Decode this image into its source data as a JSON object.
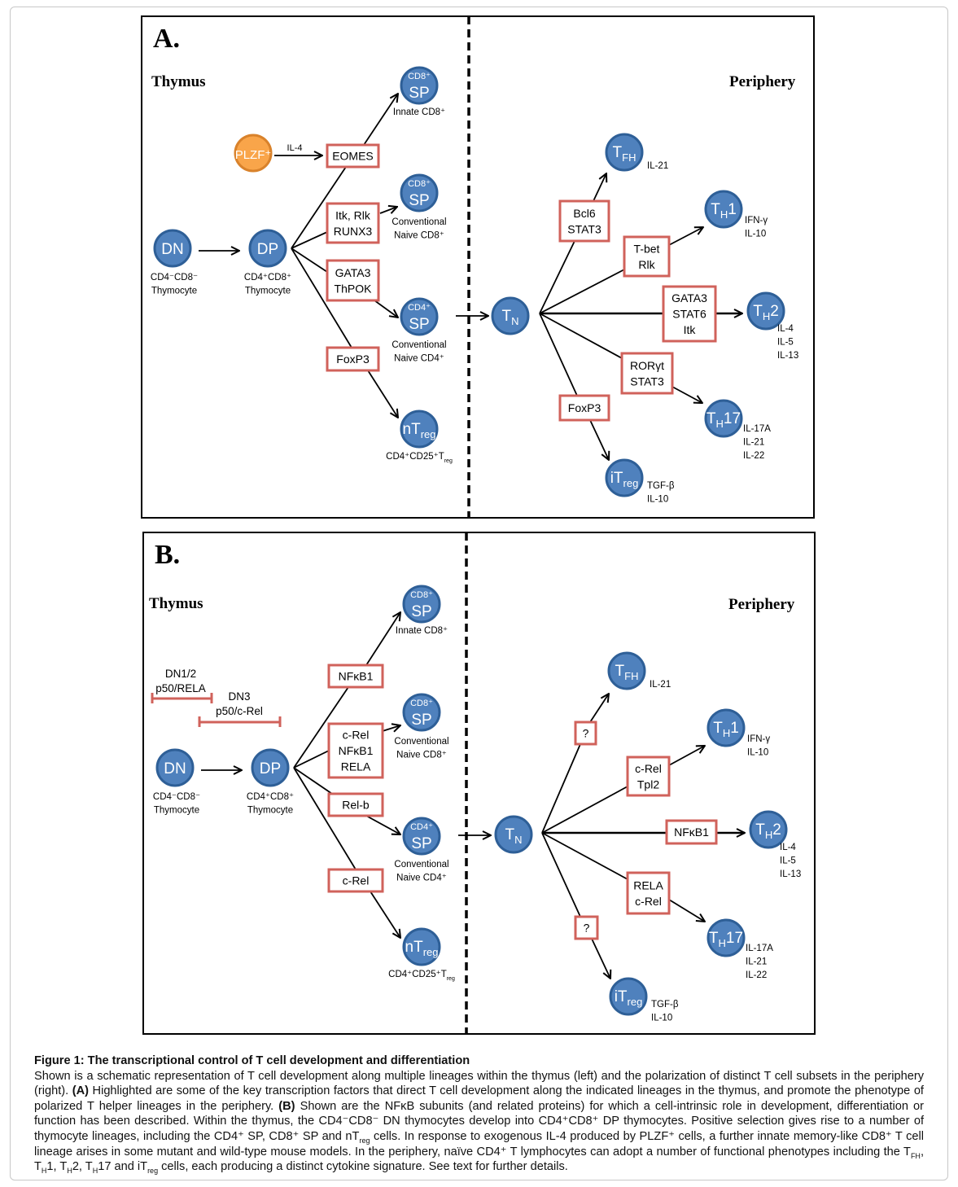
{
  "colors": {
    "node_fill": "#4f81bd",
    "node_stroke": "#2e5f97",
    "plzf_fill": "#f9a54a",
    "plzf_stroke": "#d9822b",
    "box_stroke": "#d0625b",
    "line": "#000000"
  },
  "panel_a": {
    "letter": "A.",
    "left_title": "Thymus",
    "right_title": "Periphery",
    "il4_label": "IL-4",
    "nodes": {
      "plzf": {
        "label": "PLZF⁺"
      },
      "dn": {
        "label": "DN",
        "caption": [
          "CD4⁻CD8⁻",
          "Thymocyte"
        ]
      },
      "dp": {
        "label": "DP",
        "caption": [
          "CD4⁺CD8⁺",
          "Thymocyte"
        ]
      },
      "sp_innate": {
        "top": "CD8⁺",
        "label": "SP",
        "caption": [
          "Innate CD8⁺"
        ]
      },
      "sp_cd8": {
        "top": "CD8⁺",
        "label": "SP",
        "caption": [
          "Conventional",
          "Naive CD8⁺"
        ]
      },
      "sp_cd4": {
        "top": "CD4⁺",
        "label": "SP",
        "caption": [
          "Conventional",
          "Naive CD4⁺"
        ]
      },
      "ntreg": {
        "label": "nT",
        "sub": "reg",
        "caption": [
          {
            "text": "CD4⁺CD25⁺T",
            "sub": "reg"
          }
        ]
      },
      "tn": {
        "label": "T",
        "sub": "N"
      },
      "tfh": {
        "label": "T",
        "sub": "FH",
        "caption": [
          "IL-21"
        ]
      },
      "th1": {
        "label": "T",
        "sub": "H",
        "tail": "1",
        "caption": [
          "IFN-γ",
          "IL-10"
        ]
      },
      "th2": {
        "label": "T",
        "sub": "H",
        "tail": "2",
        "caption": [
          "IL-4",
          "IL-5",
          "IL-13"
        ]
      },
      "th17": {
        "label": "T",
        "sub": "H",
        "tail": "17",
        "caption": [
          "IL-17A",
          "IL-21",
          "IL-22"
        ]
      },
      "itreg": {
        "label": "iT",
        "sub": "reg",
        "caption": [
          "TGF-β",
          "IL-10"
        ]
      }
    },
    "boxes": {
      "eomes": {
        "lines": [
          "EOMES"
        ]
      },
      "itk_rlk": {
        "lines": [
          "Itk, Rlk",
          "RUNX3"
        ]
      },
      "gata3_thpok": {
        "lines": [
          "GATA3",
          "ThPOK"
        ]
      },
      "foxp3_thymus": {
        "lines": [
          "FoxP3"
        ]
      },
      "bcl6_stat3": {
        "lines": [
          "Bcl6",
          "STAT3"
        ]
      },
      "tbet_rlk": {
        "lines": [
          "T-bet",
          "Rlk"
        ]
      },
      "gata3_stat6_itk": {
        "lines": [
          "GATA3",
          "STAT6",
          "Itk"
        ]
      },
      "rorgt_stat3": {
        "lines": [
          "RORγt",
          "STAT3"
        ]
      },
      "foxp3_periphery": {
        "lines": [
          "FoxP3"
        ]
      }
    }
  },
  "panel_b": {
    "letter": "B.",
    "left_title": "Thymus",
    "right_title": "Periphery",
    "inhibitors": [
      {
        "lines": [
          "DN1/2",
          "p50/RELA"
        ]
      },
      {
        "lines": [
          "DN3",
          "p50/c-Rel"
        ]
      }
    ],
    "nodes": {
      "dn": {
        "label": "DN",
        "caption": [
          "CD4⁻CD8⁻",
          "Thymocyte"
        ]
      },
      "dp": {
        "label": "DP",
        "caption": [
          "CD4⁺CD8⁺",
          "Thymocyte"
        ]
      },
      "sp_innate": {
        "top": "CD8⁺",
        "label": "SP",
        "caption": [
          "Innate CD8⁺"
        ]
      },
      "sp_cd8": {
        "top": "CD8⁺",
        "label": "SP",
        "caption": [
          "Conventional",
          "Naive CD8⁺"
        ]
      },
      "sp_cd4": {
        "top": "CD4⁺",
        "label": "SP",
        "caption": [
          "Conventional",
          "Naive CD4⁺"
        ]
      },
      "ntreg": {
        "label": "nT",
        "sub": "reg",
        "caption": [
          {
            "text": "CD4⁺CD25⁺T",
            "sub": "reg"
          }
        ]
      },
      "tn": {
        "label": "T",
        "sub": "N"
      },
      "tfh": {
        "label": "T",
        "sub": "FH",
        "caption": [
          "IL-21"
        ]
      },
      "th1": {
        "label": "T",
        "sub": "H",
        "tail": "1",
        "caption": [
          "IFN-γ",
          "IL-10"
        ]
      },
      "th2": {
        "label": "T",
        "sub": "H",
        "tail": "2",
        "caption": [
          "IL-4",
          "IL-5",
          "IL-13"
        ]
      },
      "th17": {
        "label": "T",
        "sub": "H",
        "tail": "17",
        "caption": [
          "IL-17A",
          "IL-21",
          "IL-22"
        ]
      },
      "itreg": {
        "label": "iT",
        "sub": "reg",
        "caption": [
          "TGF-β",
          "IL-10"
        ]
      }
    },
    "boxes": {
      "nfkb1_thymus": {
        "lines": [
          "NFκB1"
        ]
      },
      "crel_nfkb1_rela": {
        "lines": [
          "c-Rel",
          "NFκB1",
          "RELA"
        ]
      },
      "relb": {
        "lines": [
          "Rel-b"
        ]
      },
      "crel_thymus": {
        "lines": [
          "c-Rel"
        ]
      },
      "unknown_tfh": {
        "lines": [
          "?"
        ]
      },
      "crel_tpl2": {
        "lines": [
          "c-Rel",
          "Tpl2"
        ]
      },
      "nfkb1_periphery": {
        "lines": [
          "NFκB1"
        ]
      },
      "rela_crel": {
        "lines": [
          "RELA",
          "c-Rel"
        ]
      },
      "unknown_itreg": {
        "lines": [
          "?"
        ]
      }
    }
  },
  "caption": {
    "title": "Figure 1: The transcriptional control of T cell development and differentiation",
    "body": [
      {
        "t": "Shown is a schematic representation of T cell development along multiple lineages within the thymus (left) and the polarization of distinct T cell subsets in the periphery (right). "
      },
      {
        "b": "(A)"
      },
      {
        "t": " Highlighted are some of the key transcription factors that direct T cell development along the indicated lineages in the thymus, and promote the phenotype of polarized T helper lineages in the periphery. "
      },
      {
        "b": "(B)"
      },
      {
        "t": " Shown are the NFκB subunits (and related proteins) for which a cell-intrinsic role in development, differentiation or function has been described. Within the thymus, the CD4⁻CD8⁻ DN thymocytes develop into CD4⁺CD8⁺ DP thymocytes. Positive selection gives rise to a number of thymocyte lineages, including the CD4⁺ SP, CD8⁺ SP and nT"
      },
      {
        "sub": "reg"
      },
      {
        "t": " cells. In response to exogenous IL-4 produced by PLZF⁺ cells, a further innate memory-like CD8⁺ T cell lineage arises in some mutant and wild-type mouse models. In the periphery, naïve CD4⁺ T lymphocytes can adopt a number of functional phenotypes including the T"
      },
      {
        "sub": "FH"
      },
      {
        "t": ", T"
      },
      {
        "sub": "H"
      },
      {
        "t": "1, T"
      },
      {
        "sub": "H"
      },
      {
        "t": "2, T"
      },
      {
        "sub": "H"
      },
      {
        "t": "17 and iT"
      },
      {
        "sub": "reg"
      },
      {
        "t": " cells, each producing a distinct cytokine signature. See text for further details."
      }
    ]
  }
}
